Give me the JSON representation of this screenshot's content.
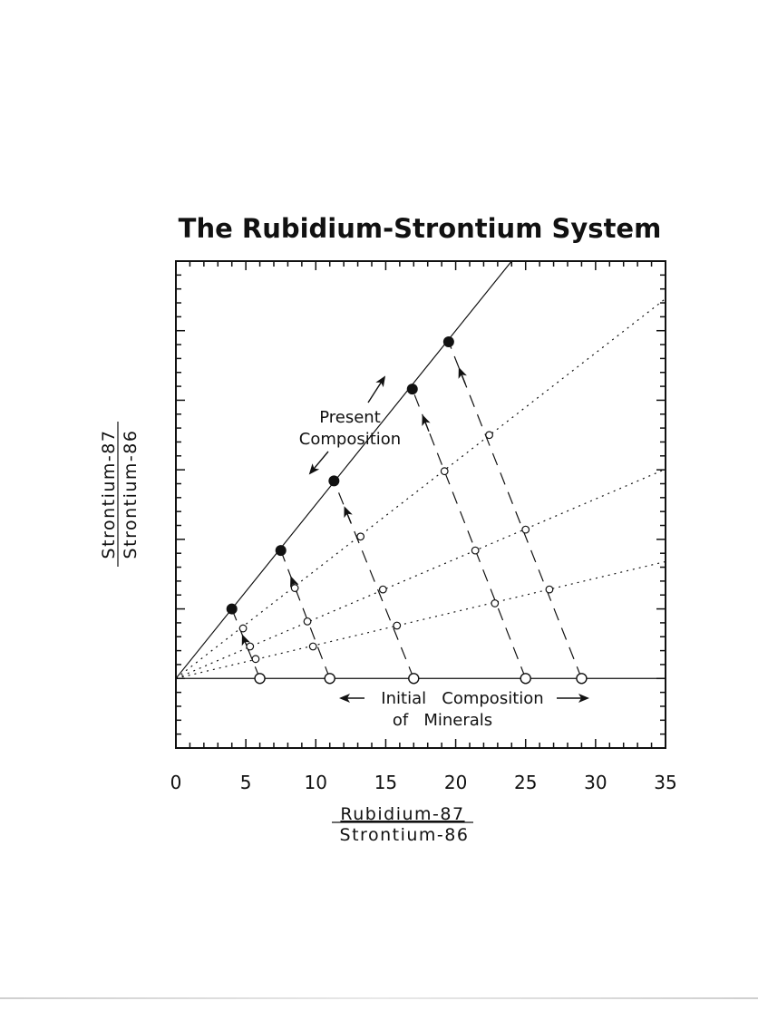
{
  "chart_data": {
    "type": "scatter",
    "title": "The Rubidium-Strontium System",
    "xlabel": {
      "numerator": "Rubidium-87",
      "denominator": "Strontium-86"
    },
    "ylabel": {
      "numerator": "Strontium-87",
      "denominator": "Strontium-86"
    },
    "xlim": [
      0,
      35
    ],
    "ylim": [
      -5,
      30
    ],
    "x_ticks": [
      0,
      5,
      10,
      15,
      20,
      25,
      30,
      35
    ],
    "x_tick_labels": [
      "0",
      "5",
      "10",
      "15",
      "20",
      "25",
      "30",
      "35"
    ],
    "y_tick_labels_shown": false,
    "series": [
      {
        "role": "initial-composition",
        "marker": "open-large",
        "points": [
          [
            6,
            0
          ],
          [
            11,
            0
          ],
          [
            17,
            0
          ],
          [
            25,
            0
          ],
          [
            29,
            0
          ]
        ]
      },
      {
        "role": "present-composition",
        "marker": "filled",
        "points": [
          [
            4,
            5
          ],
          [
            7.5,
            9.2
          ],
          [
            11.3,
            14.2
          ],
          [
            16.9,
            20.8
          ],
          [
            19.5,
            24.2
          ]
        ]
      },
      {
        "role": "intermediate-1",
        "marker": "open-small",
        "points": [
          [
            5.7,
            1.4
          ],
          [
            9.8,
            2.3
          ],
          [
            15.8,
            3.8
          ],
          [
            22.8,
            5.4
          ],
          [
            26.7,
            6.4
          ]
        ]
      },
      {
        "role": "intermediate-2",
        "marker": "open-small",
        "points": [
          [
            5.3,
            2.3
          ],
          [
            9.4,
            4.1
          ],
          [
            14.8,
            6.4
          ],
          [
            21.4,
            9.2
          ],
          [
            25,
            10.7
          ]
        ]
      },
      {
        "role": "intermediate-3",
        "marker": "open-small",
        "points": [
          [
            4.8,
            3.6
          ],
          [
            8.5,
            6.5
          ],
          [
            13.2,
            10.2
          ],
          [
            19.2,
            14.9
          ],
          [
            22.4,
            17.5
          ]
        ]
      }
    ],
    "isochrons": [
      {
        "slope": 1.25,
        "style": "solid"
      },
      {
        "slope": 0.78,
        "style": "dotted"
      },
      {
        "slope": 0.43,
        "style": "dotted"
      },
      {
        "slope": 0.24,
        "style": "dotted"
      },
      {
        "slope": 0,
        "style": "solid"
      }
    ],
    "annotations": [
      {
        "text_lines": [
          "Present",
          "Composition"
        ]
      },
      {
        "text_lines": [
          "Initial   Composition",
          "of   Minerals"
        ]
      }
    ],
    "grid": false,
    "legend": "none",
    "colors": {
      "ink": "#111111",
      "background": "#ffffff"
    }
  }
}
